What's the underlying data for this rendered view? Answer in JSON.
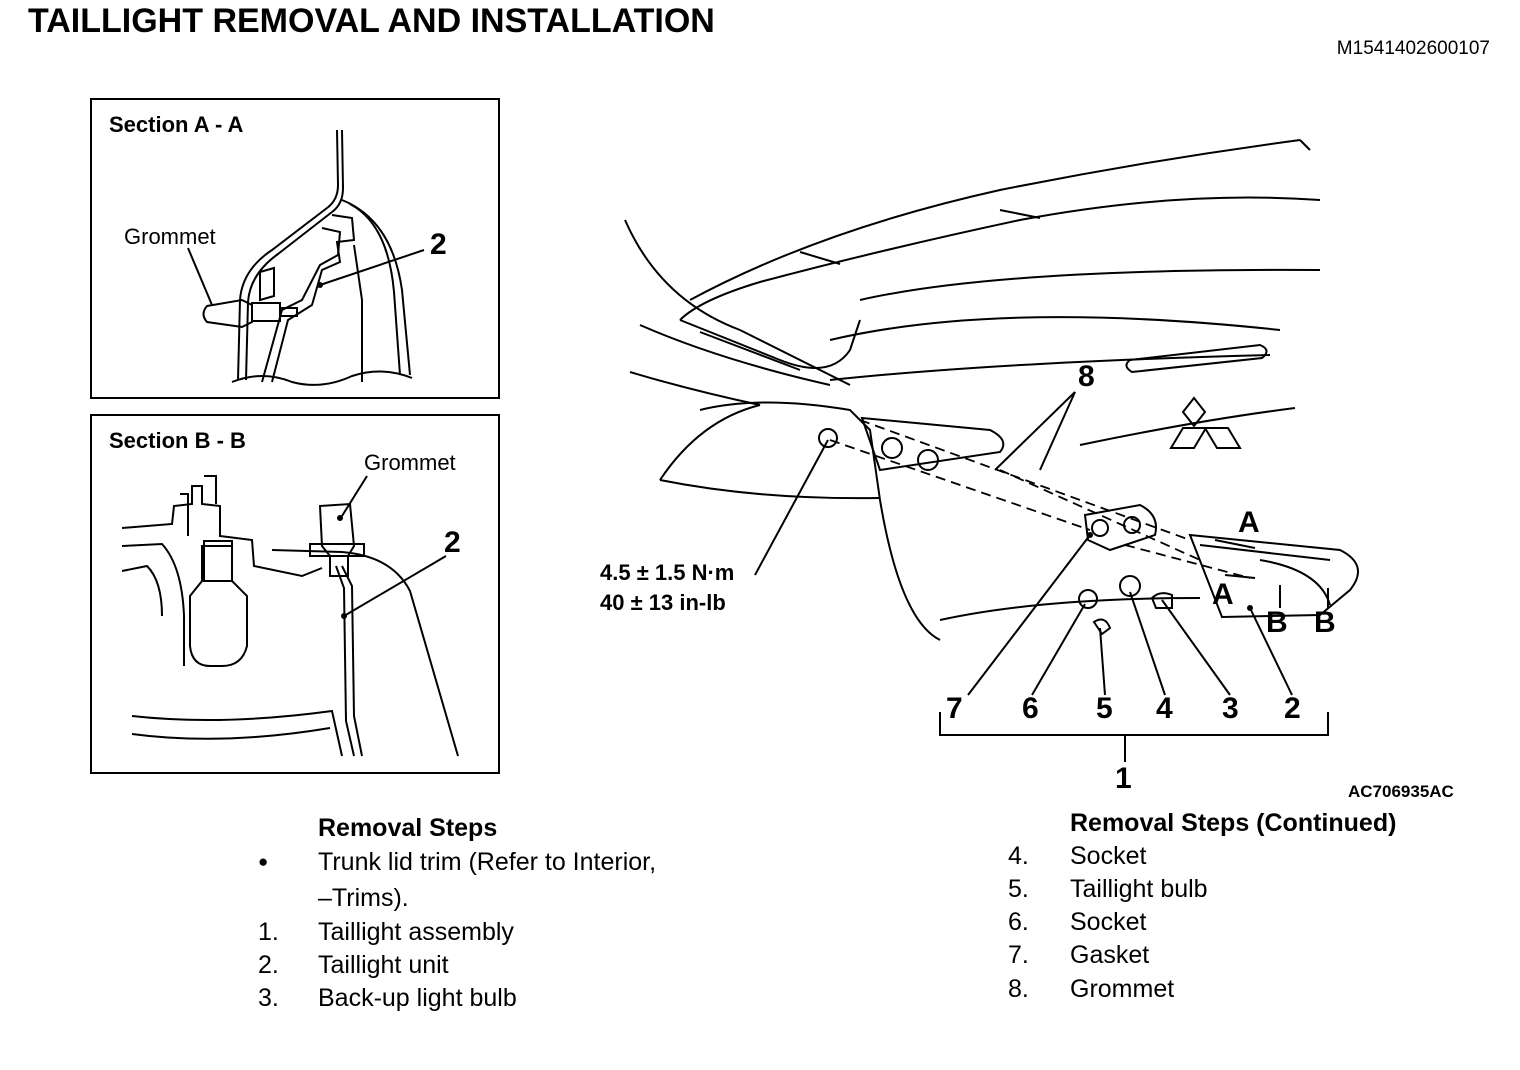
{
  "title": "TAILLIGHT REMOVAL AND INSTALLATION",
  "doc_id": "M1541402600107",
  "figure_id": "AC706935AC",
  "section_a": {
    "label": "Section A - A",
    "grommet": "Grommet",
    "callout": "2"
  },
  "section_b": {
    "label": "Section B - B",
    "grommet": "Grommet",
    "callout": "2"
  },
  "main_figure": {
    "callout_8": "8",
    "torque_nm": "4.5 ± 1.5 N·m",
    "torque_inlb": "40 ± 13 in-lb",
    "bracket_numbers": [
      "7",
      "6",
      "5",
      "4",
      "3",
      "2"
    ],
    "assembly_number": "1",
    "section_marks": {
      "a_top": "A",
      "a_bottom": "A",
      "b1": "B",
      "b2": "B"
    }
  },
  "removal_steps": {
    "heading": "Removal Steps",
    "items": [
      {
        "num": "●",
        "text": "Trunk lid trim (Refer to Interior,"
      },
      {
        "num": "",
        "text": "–Trims)."
      },
      {
        "num": "1.",
        "text": "Taillight assembly"
      },
      {
        "num": "2.",
        "text": "Taillight unit"
      },
      {
        "num": "3.",
        "text": "Back-up light bulb"
      }
    ]
  },
  "removal_steps_continued": {
    "heading": "Removal Steps (Continued)",
    "items": [
      {
        "num": "4.",
        "text": "Socket"
      },
      {
        "num": "5.",
        "text": "Taillight bulb"
      },
      {
        "num": "6.",
        "text": "Socket"
      },
      {
        "num": "7.",
        "text": "Gasket"
      },
      {
        "num": "8.",
        "text": "Grommet"
      }
    ]
  }
}
